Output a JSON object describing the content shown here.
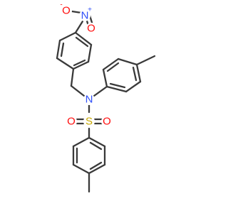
{
  "atoms": {
    "nitro_o_minus": {
      "symbol": "O",
      "charge": "-",
      "color": "#ff0d0d"
    },
    "nitro_n": {
      "symbol": "N",
      "charge": "+",
      "color": "#3050f8"
    },
    "nitro_o": {
      "symbol": "O",
      "charge": "",
      "color": "#ff0d0d"
    },
    "amine_n": {
      "symbol": "N",
      "color": "#3050f8"
    },
    "sulfur": {
      "symbol": "S",
      "color": "#c8a800"
    },
    "sulfonyl_o_left": {
      "symbol": "O",
      "color": "#ff0d0d"
    },
    "sulfonyl_o_right": {
      "symbol": "O",
      "color": "#ff0d0d"
    }
  },
  "colors": {
    "bond": "#3a3a3a",
    "background": "#ffffff"
  }
}
